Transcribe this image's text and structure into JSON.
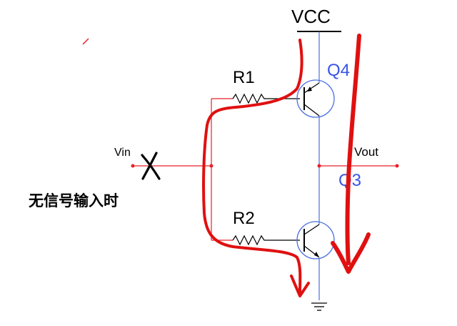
{
  "labels": {
    "vcc": "VCC",
    "r1": "R1",
    "r2": "R2",
    "q_top": "Q4",
    "q_bottom": "Q3",
    "vin": "Vin",
    "vout": "Vout",
    "caption": "无信号输入时"
  },
  "colors": {
    "wire_red": "#e8202a",
    "wire_blue": "#4a6fe0",
    "black": "#000000",
    "annotation_red": "#e01010",
    "label_blue": "#3a55e6"
  },
  "icons": {
    "resistor": "zigzag-resistor-icon",
    "transistor": "bjt-transistor-icon",
    "ground": "ground-symbol-icon",
    "cross": "x-mark-icon",
    "arrow": "arrow-down-icon"
  }
}
